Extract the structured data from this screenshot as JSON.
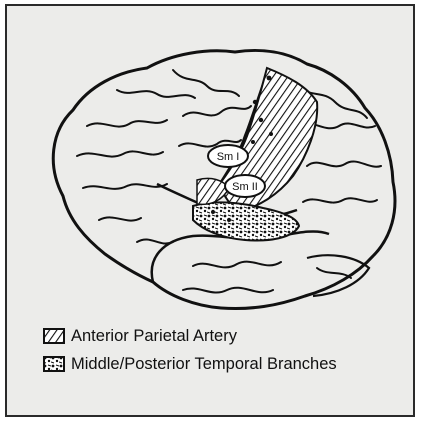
{
  "labels": {
    "sm1": "Sm I",
    "sm2": "Sm II"
  },
  "legend": [
    {
      "label": "Anterior Parietal Artery",
      "pattern": "diagonal-hatch"
    },
    {
      "label": "Middle/Posterior Temporal Branches",
      "pattern": "mottled"
    }
  ],
  "colors": {
    "background": "#ececea",
    "ink": "#111111",
    "sm_fill": "#ffffff"
  }
}
